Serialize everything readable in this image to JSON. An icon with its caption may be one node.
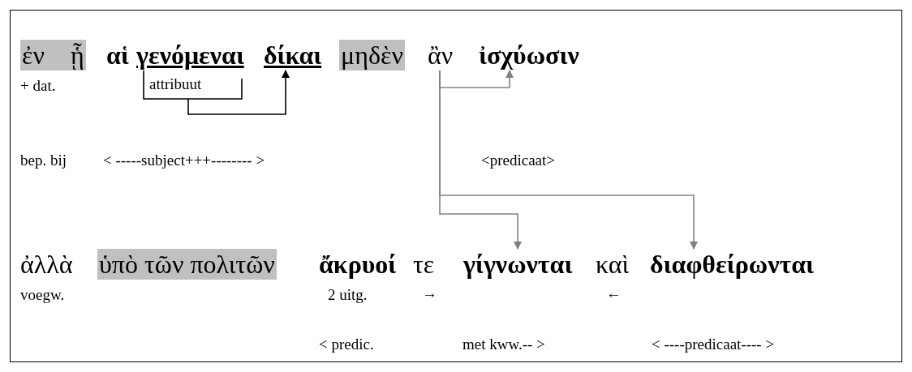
{
  "diagram": {
    "nodes": [
      {
        "text": [
          "ἐν ᾗ"
        ]
      },
      {
        "text": [
          "αἱ"
        ]
      },
      {
        "text": [
          "γενόμεναι"
        ]
      },
      {
        "text": [
          "δίκαι"
        ]
      },
      {
        "text": [
          "μηδὲν"
        ]
      },
      {
        "text": [
          "ἂν"
        ]
      },
      {
        "text": [
          "ἰσχύωσιν"
        ]
      },
      {
        "text": [
          "ἀλλὰ"
        ]
      },
      {
        "text": [
          "ὑπὸ τῶν πολιτῶν"
        ]
      },
      {
        "text": [
          "ἄκρυοί"
        ]
      },
      {
        "text": [
          "τε"
        ]
      },
      {
        "text": [
          "γίγνωνται"
        ]
      },
      {
        "text": [
          "καὶ"
        ]
      },
      {
        "text": [
          "διαφθείρωνται"
        ]
      }
    ],
    "edges": [
      {
        "from": 2,
        "to": 3,
        "arrow": "to",
        "label": "attribuut",
        "color": "#000000"
      },
      {
        "from": 5,
        "to": 6,
        "arrow": "to"
      },
      {
        "from": 5,
        "to": 11,
        "arrow": "to"
      },
      {
        "from": 5,
        "to": 13,
        "arrow": "to"
      }
    ],
    "labels": [
      "+ dat.",
      "bep. bij",
      "< -----subject+++-------- >",
      "<predicaat>",
      "voegw.",
      "2 uitg.",
      "→",
      "←",
      "< predic.",
      "met kww.-- >",
      "< ----predicaat---- >"
    ]
  }
}
